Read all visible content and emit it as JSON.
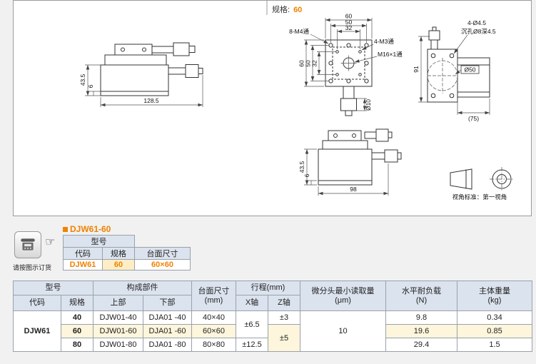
{
  "colors": {
    "accent": "#ef8200",
    "table_header_bg": "#dbe3ee",
    "highlight_bg": "#fdf5dc"
  },
  "drawing_panel": {
    "spec_label": "规格:",
    "spec_value": "60",
    "front_view": {
      "dim_height": "43.5",
      "dim_base": "6",
      "dim_width": "128.5"
    },
    "plan_view": {
      "dim_top_outer": "60",
      "dim_top_mid": "50",
      "dim_top_inner": "32",
      "dim_left_outer": "60",
      "dim_left_mid": "50",
      "dim_left_inner": "32",
      "label_corner_holes": "8-M4通",
      "label_inner_holes": "4-M3通",
      "label_center_thread": "M16×1通",
      "dim_stem": "Ø10"
    },
    "side_view": {
      "label_holes": "4-Ø4.5",
      "label_counterbore": "沉孔Ø8深4.5",
      "label_circle": "Ø50",
      "dim_height": "91",
      "dim_width": "(75)"
    },
    "lower_view": {
      "dim_height": "43.5",
      "dim_base": "6",
      "dim_width": "98"
    },
    "projection_note": "视角标准：第一视角"
  },
  "order": {
    "note": "请按图示订货",
    "pointer": "☞",
    "title": "DJW61-60",
    "table": {
      "header_model": "型号",
      "header_code": "代码",
      "header_spec": "规格",
      "header_size": "台面尺寸",
      "code": "DJW61",
      "spec": "60",
      "size": "60×60"
    }
  },
  "spec_table": {
    "header_model_group": "型号",
    "header_parts_group": "构成部件",
    "header_travel_group": "行程(mm)",
    "header_code": "代码",
    "header_spec": "规格",
    "header_upper": "上部",
    "header_lower": "下部",
    "header_size_line1": "台面尺寸",
    "header_size_line2": "(mm)",
    "header_x": "X轴",
    "header_z": "Z轴",
    "header_micro_line1": "微分头最小读取量",
    "header_micro_line2": "(μm)",
    "header_load_line1": "水平耐负载",
    "header_load_line2": "(N)",
    "header_weight_line1": "主体重量",
    "header_weight_line2": "(kg)",
    "code_value": "DJW61",
    "micro_value": "10",
    "rows": [
      {
        "spec": "40",
        "upper": "DJW01-40",
        "lower": "DJA01 -40",
        "size": "40×40",
        "x": "±6.5",
        "z": "±3",
        "load": "9.8",
        "weight": "0.34"
      },
      {
        "spec": "60",
        "upper": "DJW01-60",
        "lower": "DJA01 -60",
        "size": "60×60",
        "z": "±5",
        "load": "19.6",
        "weight": "0.85"
      },
      {
        "spec": "80",
        "upper": "DJW01-80",
        "lower": "DJA01 -80",
        "size": "80×80",
        "x": "±12.5",
        "load": "29.4",
        "weight": "1.5"
      }
    ]
  }
}
